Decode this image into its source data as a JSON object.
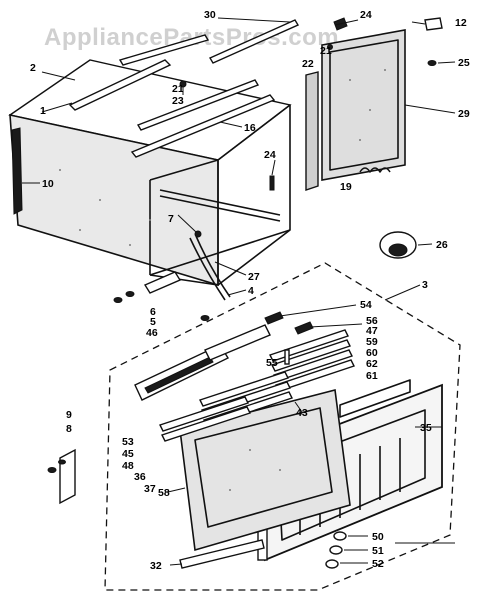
{
  "watermark": "AppliancePartsPros.com",
  "part_numbers": [
    "1",
    "2",
    "3",
    "4",
    "5",
    "6",
    "7",
    "8",
    "9",
    "10",
    "12",
    "16",
    "19",
    "21",
    "22",
    "23",
    "24",
    "25",
    "26",
    "27",
    "29",
    "30",
    "32",
    "35",
    "36",
    "37",
    "43",
    "45",
    "46",
    "47",
    "48",
    "50",
    "51",
    "52",
    "53",
    "54",
    "55",
    "56",
    "58",
    "59",
    "60",
    "61",
    "62"
  ]
}
